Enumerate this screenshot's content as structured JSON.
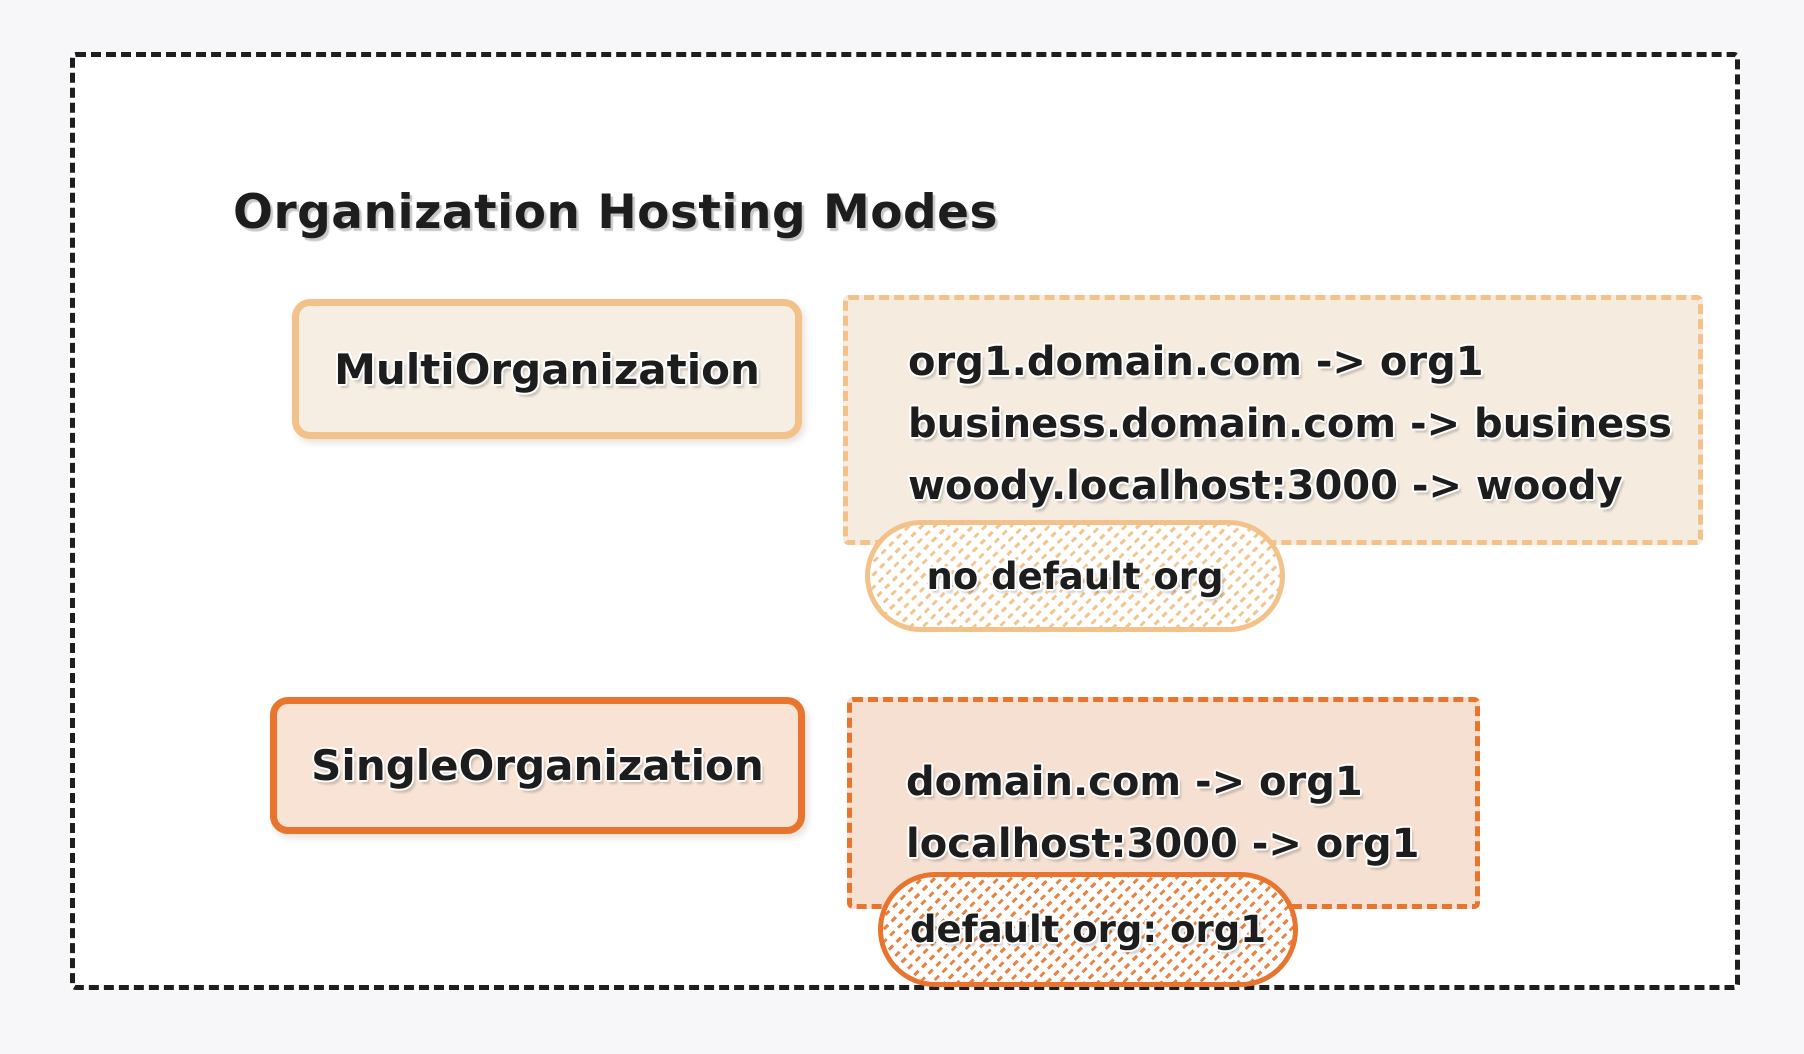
{
  "title": "Organization Hosting Modes",
  "modes": [
    {
      "name": "MultiOrganization",
      "mappings": [
        "org1.domain.com -> org1",
        "business.domain.com -> business",
        "woody.localhost:3000 -> woody"
      ],
      "badge": "no default org"
    },
    {
      "name": "SingleOrganization",
      "mappings": [
        "domain.com -> org1",
        "localhost:3000 -> org1"
      ],
      "badge": "default org: org1"
    }
  ],
  "colors": {
    "ink": "#1d1d1d",
    "accent-light": "#f2c28a",
    "accent-dark": "#e8742e",
    "fill-light": "#f5ecdf",
    "fill-light-solid": "#f6eee3",
    "fill-dark": "#f6e0d1",
    "fill-dark-solid": "#f8e3d4",
    "page-bg": "#f7f7f9",
    "canvas-bg": "#ffffff"
  }
}
